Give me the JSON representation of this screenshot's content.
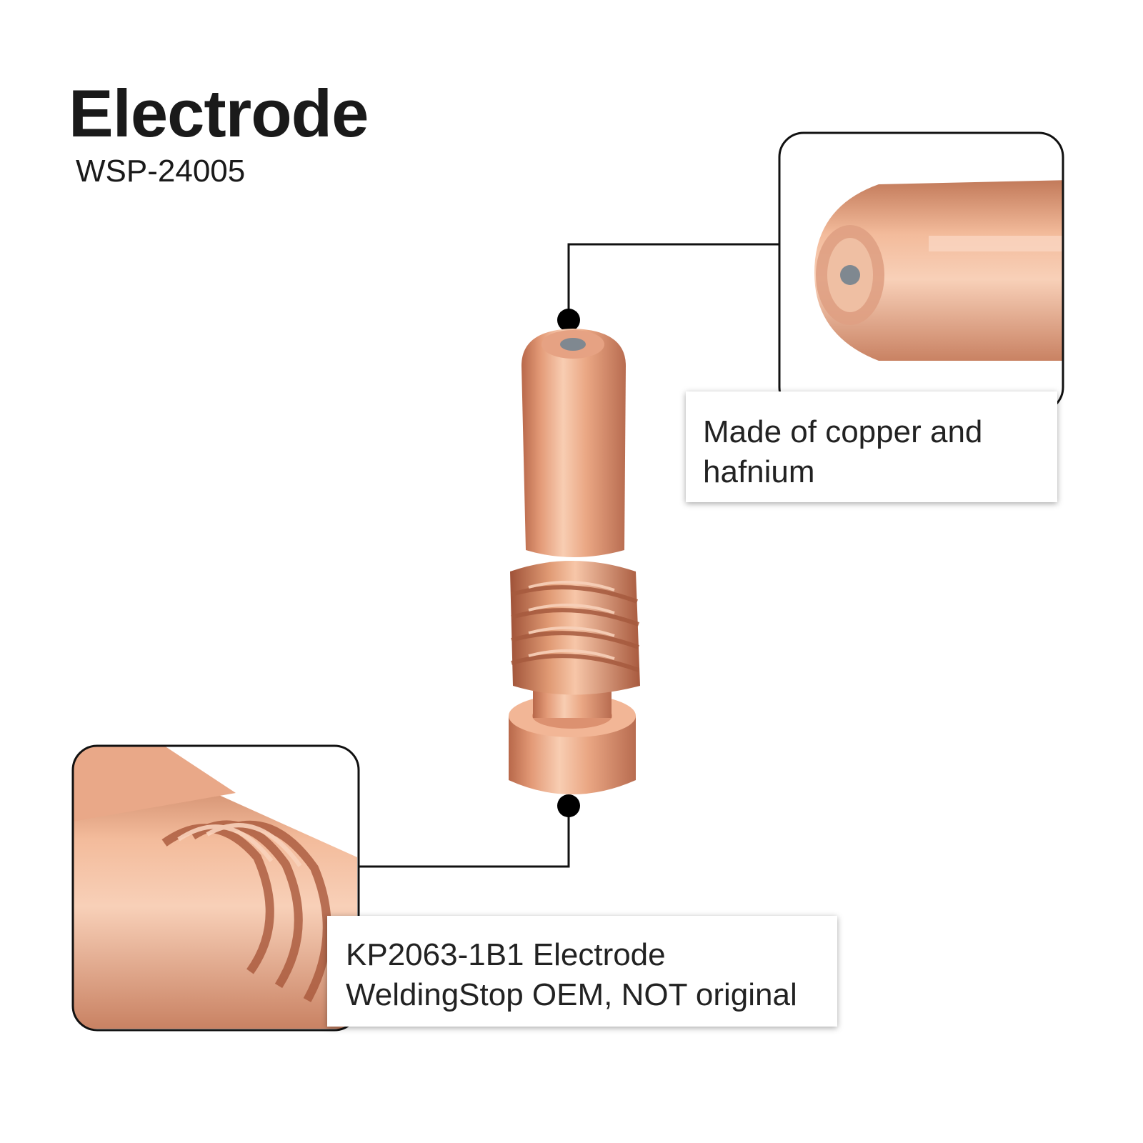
{
  "title": "Electrode",
  "part_number": "WSP-24005",
  "callouts": {
    "tip": {
      "line1": "Made of copper and",
      "line2": "hafnium"
    },
    "thread": {
      "line1": "KP2063-1B1 Electrode",
      "line2": "WeldingStop OEM, NOT original"
    }
  },
  "colors": {
    "copper_light": "#f6c3a6",
    "copper_mid": "#e39a77",
    "copper_dark": "#b8684a",
    "hafnium_insert": "#7f8890",
    "leader_line": "#111111"
  }
}
